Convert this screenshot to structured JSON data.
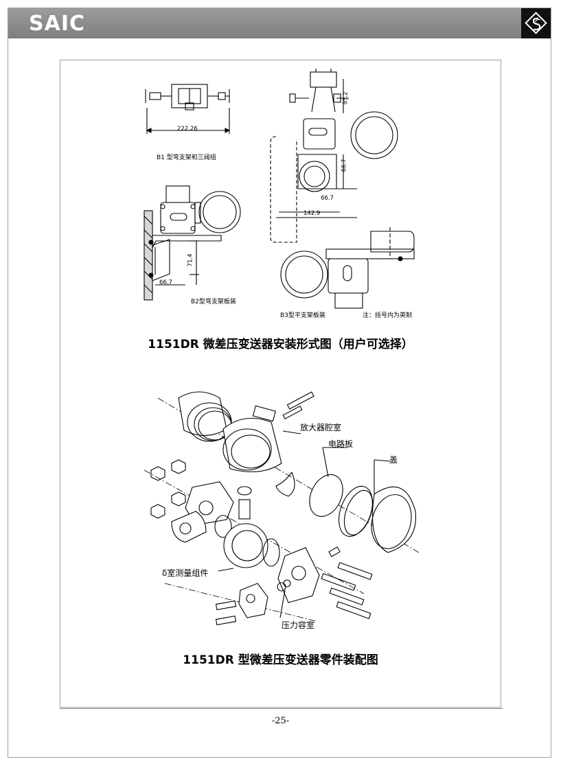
{
  "header": {
    "brand": "SAIC"
  },
  "figure1": {
    "labels": {
      "b1": "B1 型弯支架和三阀组",
      "b2": "B2型弯支架板装",
      "b3": "B3型平支架板装",
      "note": "注：括号内为英制"
    },
    "dimensions": {
      "b1_width": "222.26",
      "b2_height": "71.4",
      "b2_depth": "66.7",
      "side_top": "95.2",
      "side_mid": "66.7",
      "side_depth": "66.7",
      "side_width": "142.9"
    },
    "caption": "1151DR 微差压变送器安装形式图（用户可选择）"
  },
  "figure2": {
    "labels": {
      "amplifier_chamber": "放大器腔室",
      "circuit_board": "电路板",
      "cover": "盖",
      "sensor_assembly": "δ室测量组件",
      "pressure_chamber": "压力容室"
    },
    "caption": "1151DR 型微差压变送器零件装配图"
  },
  "footer": {
    "page_number": "-25-"
  }
}
